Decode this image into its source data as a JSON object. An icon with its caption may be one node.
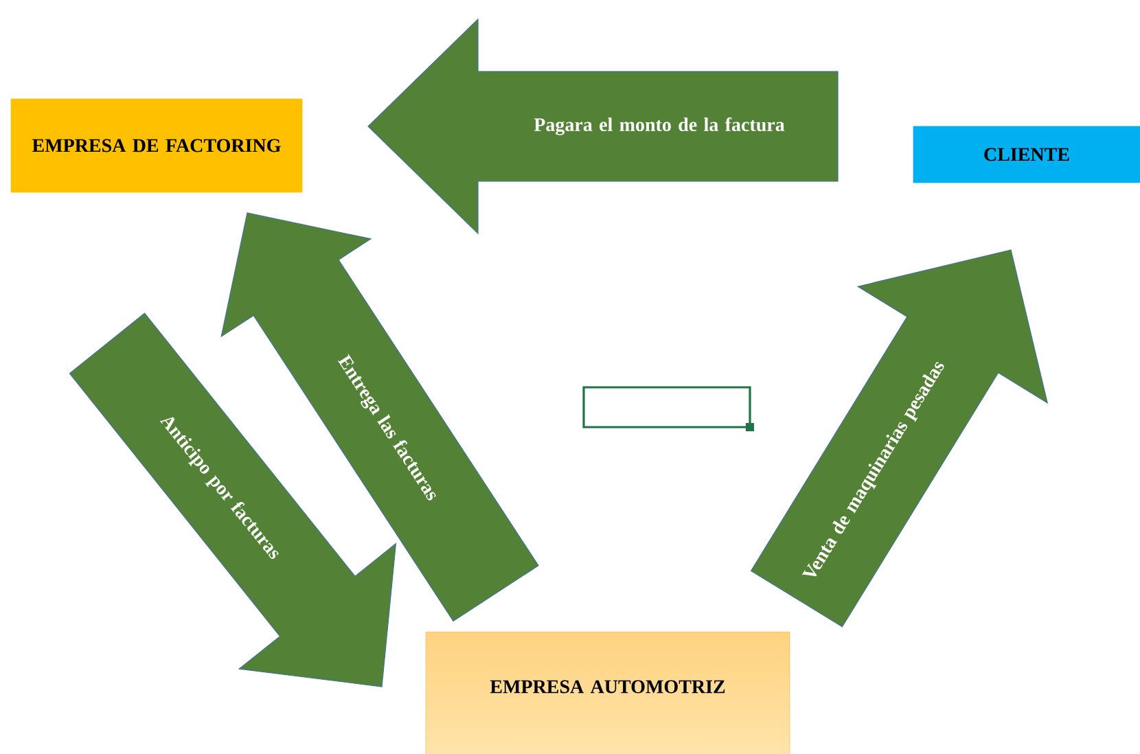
{
  "diagram": {
    "nodes": [
      {
        "text": [
          "EMPRESA DE FACTORING"
        ]
      },
      {
        "text": [
          "CLIENTE"
        ]
      },
      {
        "text": [
          "EMPRESA AUTOMOTRIZ"
        ]
      }
    ],
    "edges": [
      {
        "from": 1,
        "to": 0,
        "arrow": "to",
        "label": "Pagara el monto de la factura",
        "style": "thick"
      },
      {
        "from": 2,
        "to": 0,
        "arrow": "to",
        "label": "Entrega las facturas",
        "style": "thick"
      },
      {
        "from": 0,
        "to": 2,
        "arrow": "to",
        "label": "Anticipo por facturas",
        "style": "thick"
      },
      {
        "from": 2,
        "to": 1,
        "arrow": "to",
        "label": "Venta de maquinarias pesadas",
        "style": "thick"
      }
    ]
  }
}
